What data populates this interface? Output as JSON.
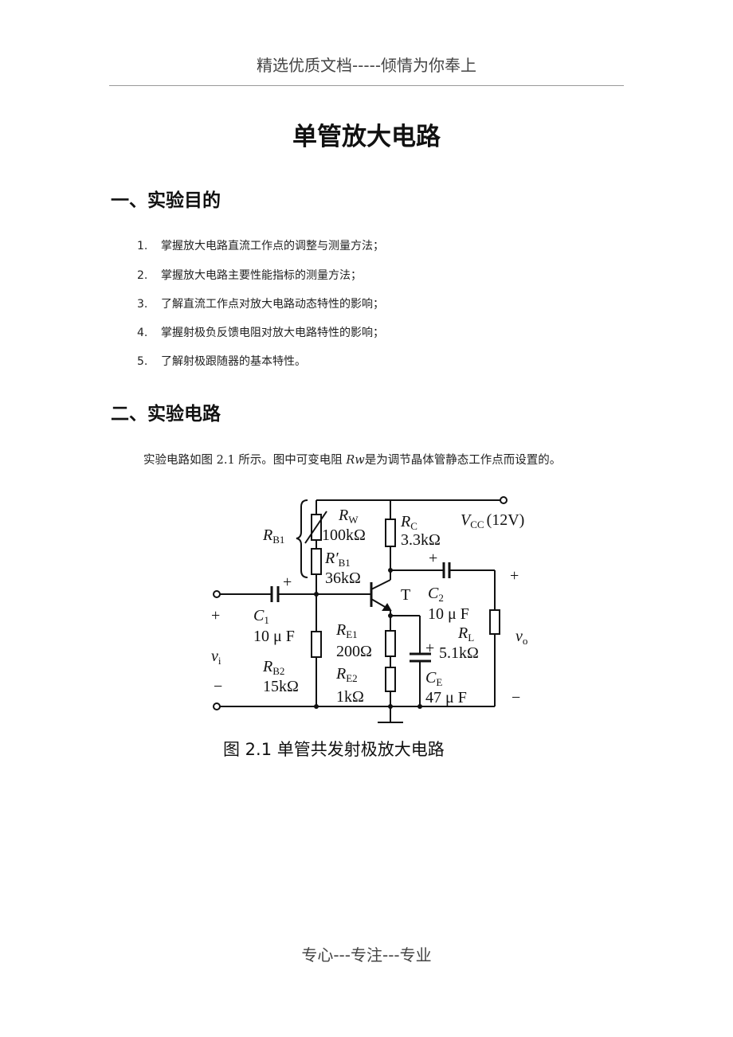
{
  "header": "精选优质文档-----倾情为你奉上",
  "title": "单管放大电路",
  "section1": {
    "heading": "一、实验目的",
    "items": [
      {
        "num": "1.",
        "text": "掌握放大电路直流工作点的调整与测量方法；"
      },
      {
        "num": "2.",
        "text": "掌握放大电路主要性能指标的测量方法；"
      },
      {
        "num": "3.",
        "text": "了解直流工作点对放大电路动态特性的影响；"
      },
      {
        "num": "4.",
        "text": "掌握射极负反馈电阻对放大电路特性的影响；"
      },
      {
        "num": "5.",
        "text": "了解射极跟随器的基本特性。"
      }
    ]
  },
  "section2": {
    "heading": "二、实验电路",
    "para_a": "实验电路如图 2.1 所示。图中可变电阻 ",
    "para_var": "Rw",
    "para_b": "是为调节晶体管静态工作点而设置的。"
  },
  "circuit": {
    "rw": "R",
    "rw_sub": "W",
    "rw_val": "100kΩ",
    "rb1p": "R′",
    "rb1p_sub": "B1",
    "rb1p_val": "36kΩ",
    "rb1": "R",
    "rb1_sub": "B1",
    "rc": "R",
    "rc_sub": "C",
    "rc_val": "3.3kΩ",
    "vcc": "V",
    "vcc_sub": "CC",
    "vcc_val": "(12V)",
    "t": "T",
    "c1": "C",
    "c1_sub": "1",
    "c1_val": "10 μ F",
    "c2": "C",
    "c2_sub": "2",
    "c2_val": "10 μ F",
    "re1": "R",
    "re1_sub": "E1",
    "re1_val": "200Ω",
    "re2": "R",
    "re2_sub": "E2",
    "re2_val": "1kΩ",
    "rb2": "R",
    "rb2_sub": "B2",
    "rb2_val": "15kΩ",
    "ce": "C",
    "ce_sub": "E",
    "ce_val": "47 μ F",
    "rl": "R",
    "rl_sub": "L",
    "rl_val": "5.1kΩ",
    "vi": "v",
    "vi_sub": "i",
    "vo": "v",
    "vo_sub": "o",
    "plus": "+",
    "minus": "−"
  },
  "caption": "图 2.1  单管共发射极放大电路",
  "footer": "专心---专注---专业"
}
